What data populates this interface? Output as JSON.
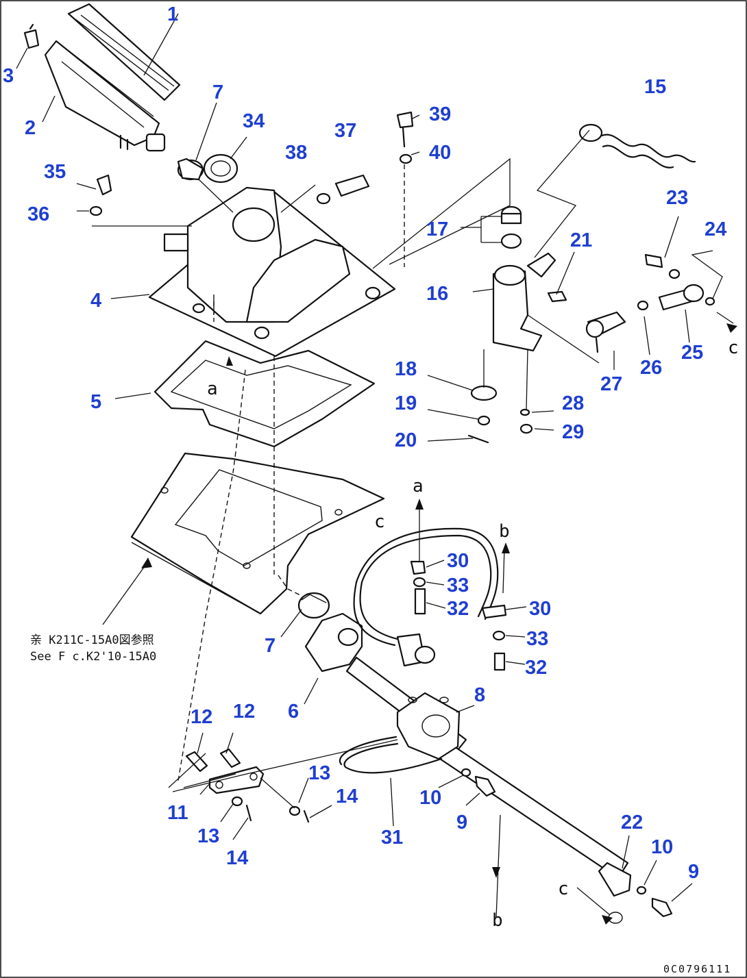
{
  "part_labels": [
    "1",
    "2",
    "3",
    "4",
    "5",
    "6",
    "7",
    "7",
    "8",
    "9",
    "9",
    "10",
    "10",
    "11",
    "12",
    "12",
    "13",
    "13",
    "14",
    "14",
    "15",
    "16",
    "17",
    "18",
    "19",
    "20",
    "21",
    "22",
    "23",
    "24",
    "25",
    "26",
    "27",
    "28",
    "29",
    "30",
    "30",
    "31",
    "32",
    "32",
    "33",
    "33",
    "34",
    "35",
    "36",
    "37",
    "38",
    "39",
    "40"
  ],
  "connector_letters": [
    "a",
    "a",
    "b",
    "b",
    "c",
    "c",
    "c"
  ],
  "reference_note": {
    "line1": "亲 K211C-15A0図参照",
    "line2": "See F c.K2'10-15A0"
  },
  "drawing_code": "0C0796111",
  "colors": {
    "label": "#1f3fd0",
    "line": "#111111",
    "background": "#ffffff"
  }
}
